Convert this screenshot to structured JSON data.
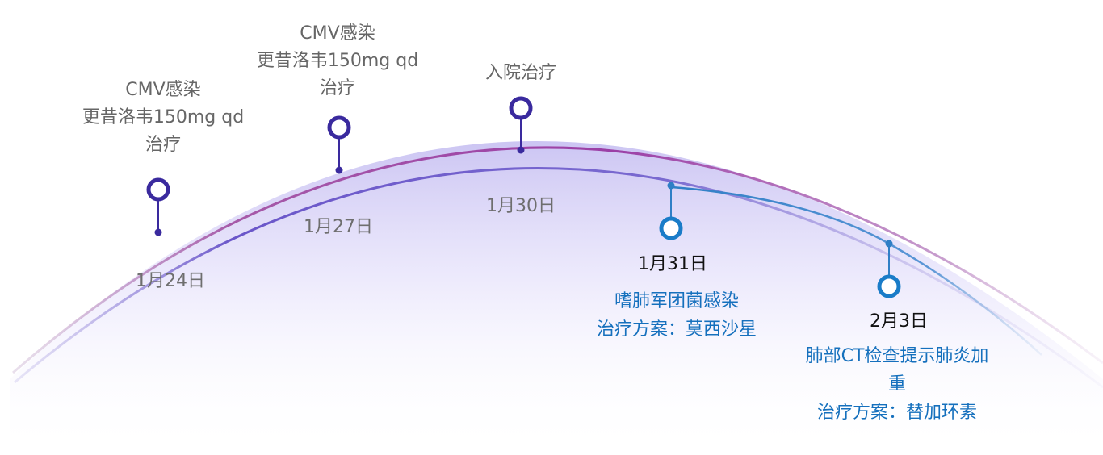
{
  "timeline": {
    "events": [
      {
        "date": "1月24日",
        "lines": [
          "CMV感染",
          "更昔洛韦150mg qd",
          "治疗"
        ]
      },
      {
        "date": "1月27日",
        "lines": [
          "CMV感染",
          "更昔洛韦150mg qd",
          "治疗"
        ]
      },
      {
        "date": "1月30日",
        "lines": [
          "入院治疗"
        ]
      },
      {
        "date": "1月31日",
        "lines": [
          "嗜肺军团菌感染",
          "治疗方案：莫西沙星"
        ]
      },
      {
        "date": "2月3日",
        "lines": [
          "肺部CT检查提示肺炎加",
          "重",
          "治疗方案：替加环素"
        ]
      }
    ]
  },
  "colors": {
    "upper_arc": "#9b3fa6",
    "lower_arc": "#6a56c9",
    "marker_purple": "#3a2a9e",
    "marker_blue": "#1a7cc8",
    "branch_line": "#2f7fc6",
    "grey_text": "#666666",
    "blue_text": "#1570bd"
  }
}
